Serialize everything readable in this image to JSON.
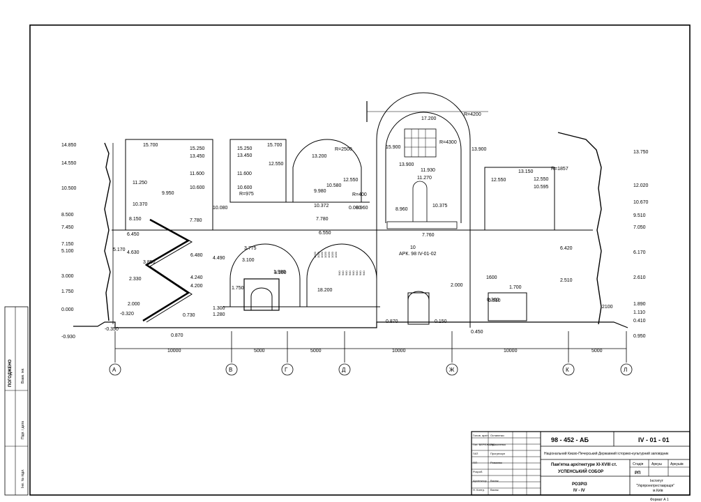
{
  "drawing": {
    "left_levels": [
      "14.850",
      "14.550",
      "10.500",
      "8.500",
      "7.450",
      "7.150",
      "5.100",
      "3.000",
      "1.750",
      "0.000",
      "-0.930"
    ],
    "right_levels": [
      "13.750",
      "12.020",
      "10.670",
      "9.510",
      "7.050",
      "6.170",
      "2.610",
      "1.890",
      "1.110",
      "0.410",
      "0.950"
    ],
    "interior_levels": [
      "15.700",
      "15.250",
      "13.450",
      "11.250",
      "10.370",
      "11.600",
      "10.600",
      "9.950",
      "10.080",
      "8.150",
      "7.780",
      "6.450",
      "5.170",
      "4.630",
      "3.850",
      "3.100",
      "2.330",
      "2.000",
      "-0.320",
      "-0.350",
      "0.870",
      "0.730",
      "1.300",
      "1.280",
      "4.240",
      "4.200",
      "6.480",
      "4.490",
      "15.250",
      "13.450",
      "15.700",
      "12.550",
      "11.600",
      "10.600",
      "R=975",
      "13.200",
      "R=2500",
      "12.550",
      "9.980",
      "10.580",
      "10.372",
      "R=400",
      "8.960",
      "6.550",
      "7.780",
      "3.775",
      "3.100",
      "1.980",
      "1.750",
      "18.200",
      "17.200",
      "R=4200",
      "15.900",
      "R=4300",
      "13.900",
      "13.900",
      "11.930",
      "11.270",
      "10.375",
      "8.960",
      "7.760",
      "12.550",
      "13.150",
      "12.550",
      "10.595",
      "R=1857",
      "6.420",
      "2.510",
      "0.360",
      "0.870",
      "0.150",
      "0.450",
      "2.000",
      "1.700",
      "0.510",
      "1600",
      "2100",
      "0.000"
    ],
    "arch_dims": [
      "1020",
      "1020",
      "1020",
      "1020",
      "1020",
      "1020",
      "1020",
      "940",
      "940",
      "940",
      "940",
      "940",
      "940",
      "940",
      "940"
    ],
    "note_num": "10",
    "note_ref": "АРК. 98 IV-01-02",
    "spans": [
      "10000",
      "5000",
      "5000",
      "10000",
      "10000",
      "5000"
    ],
    "axes": [
      "А",
      "В",
      "Г",
      "Д",
      "Ж",
      "К",
      "Л"
    ]
  },
  "title_block": {
    "doc_code": "98 - 452 - АБ",
    "sheet_code": "IV - 01 - 01",
    "org": "Національний Києво-Печерський Державний історико-культурний заповідник",
    "object_line1": "Пам'ятка архітектури XI-XVIII ст.",
    "object_line2": "УСПЕНСЬКИЙ СОБОР",
    "stage_header": "Стадія",
    "sheet_header": "Аркуш",
    "sheets_header": "Аркушів",
    "stage": "РП",
    "title1": "РОЗРІЗ",
    "title2": "IV - IV",
    "institute1": "Інститут",
    "institute2": "\"Укрпроектреставрація\"",
    "institute3": "м.Київ",
    "format": "Формат А 1",
    "roles": [
      "Голов. архіт.",
      "Гол. БЕРЕЖАНС",
      "ГАП",
      "ГІП",
      "Розроб.",
      "Архітектор",
      "Н. Контр."
    ],
    "names": [
      "Остапенко",
      "Прокопенко",
      "Прогрескун",
      "Романюк",
      "",
      "Васюк",
      "Васюк"
    ]
  },
  "margin_stamp": {
    "approved": "ПОГОДЖЕНО",
    "inv": "Інв. № підл.",
    "date": "Підп. і дата",
    "ref": "Взам. інв."
  }
}
